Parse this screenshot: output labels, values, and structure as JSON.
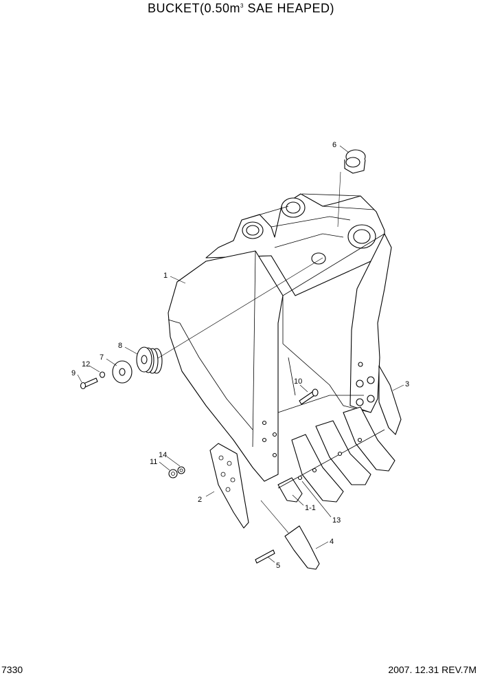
{
  "header": {
    "title_main": "BUCKET(0.50m",
    "title_sup": "3",
    "title_rest": " SAE HEAPED)"
  },
  "footer": {
    "page_number": "7330",
    "date_rev": "2007. 12.31  REV.7M"
  },
  "callouts": [
    "1",
    "1-1",
    "2",
    "3",
    "4",
    "5",
    "6",
    "7",
    "8",
    "9",
    "10",
    "11",
    "12",
    "13",
    "14"
  ]
}
